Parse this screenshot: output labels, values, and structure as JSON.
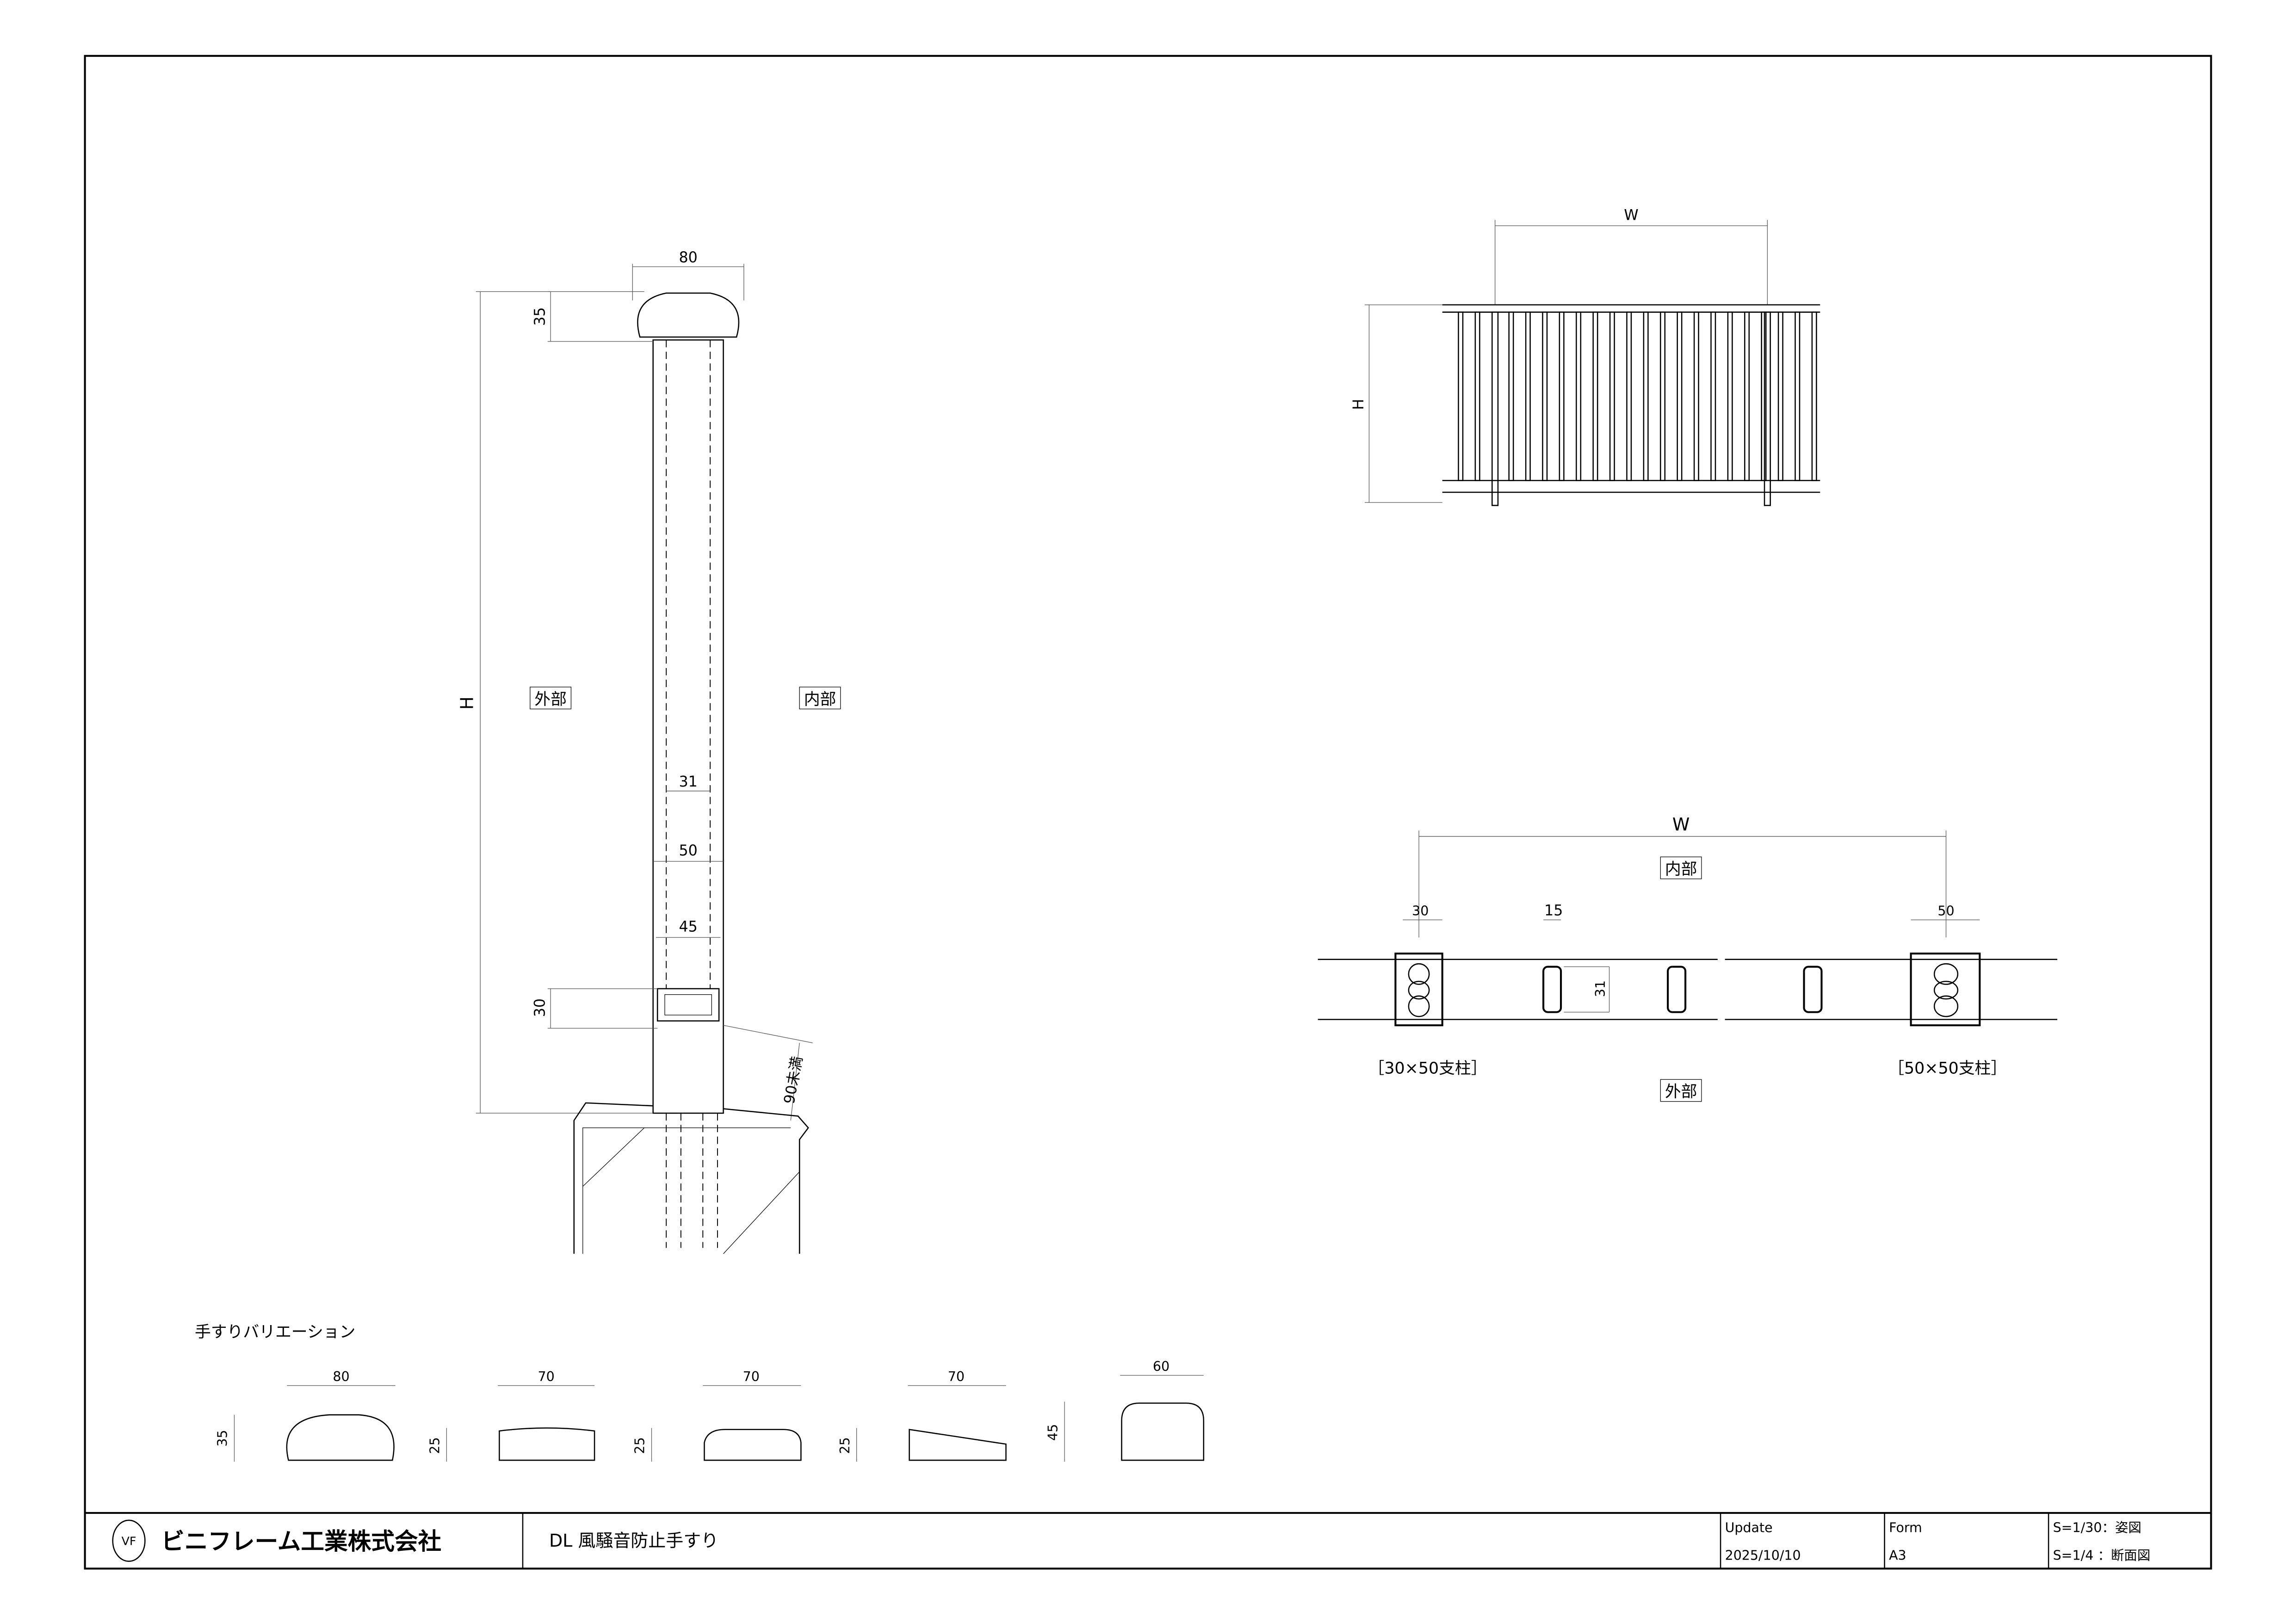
{
  "company": {
    "logo_mark": "VF",
    "name": "ビニフレーム工業株式会社"
  },
  "title_block": {
    "drawing_title": "DL 風騒音防止手すり",
    "update_label": "Update",
    "update_value": "2025/10/10",
    "form_label": "Form",
    "form_value": "A3",
    "scale_1": "S=1/30：姿図",
    "scale_2": "S=1/4 ：断面図"
  },
  "section_view": {
    "top_width": "80",
    "cap_height": "35",
    "overall_height": "H",
    "outside_label": "外部",
    "inside_label": "内部",
    "dim_31": "31",
    "dim_50": "50",
    "dim_45": "45",
    "dim_30": "30",
    "embed_note": "90未満"
  },
  "elevation_view": {
    "width": "W",
    "height": "H"
  },
  "plan_view": {
    "width": "W",
    "inside_label": "内部",
    "outside_label": "外部",
    "post_a_width": "30",
    "baluster_width": "15",
    "baluster_depth": "31",
    "post_b_width": "50",
    "post_a_label": "［30×50支柱］",
    "post_b_label": "［50×50支柱］"
  },
  "variations": {
    "title": "手すりバリエーション",
    "items": [
      {
        "width": "80",
        "height": "35"
      },
      {
        "width": "70",
        "height": "25"
      },
      {
        "width": "70",
        "height": "25"
      },
      {
        "width": "70",
        "height": "25"
      },
      {
        "width": "60",
        "height": "45"
      }
    ]
  }
}
